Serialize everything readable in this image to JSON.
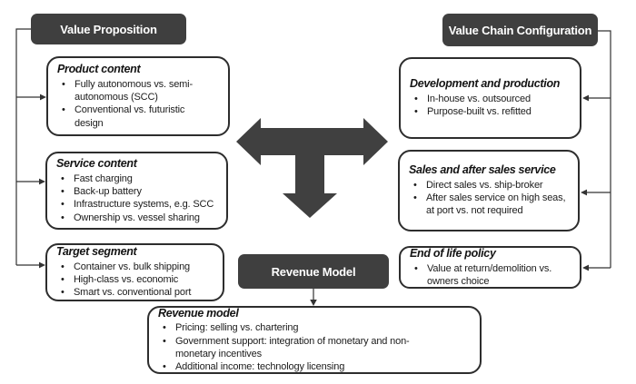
{
  "headers": {
    "value_proposition": {
      "label": "Value Proposition"
    },
    "value_chain": {
      "label": "Value Chain Configuration"
    },
    "revenue_model": {
      "label": "Revenue Model"
    }
  },
  "boxes": {
    "product_content": {
      "title": "Product content",
      "bullets": [
        "Fully autonomous vs. semi-\nautonomous (SCC)",
        "Conventional vs. futuristic\ndesign"
      ]
    },
    "service_content": {
      "title": "Service content",
      "bullets": [
        "Fast charging",
        "Back-up battery",
        "Infrastructure systems, e.g. SCC",
        "Ownership vs. vessel sharing"
      ]
    },
    "target_segment": {
      "title": "Target segment",
      "bullets": [
        "Container vs. bulk shipping",
        "High-class vs. economic",
        "Smart vs. conventional port"
      ]
    },
    "development_production": {
      "title": "Development and production",
      "bullets": [
        "In-house vs. outsourced",
        "Purpose-built vs. refitted"
      ]
    },
    "sales_after_sales": {
      "title": "Sales and after sales service",
      "bullets": [
        "Direct sales vs. ship-broker",
        "After sales service on high seas,\nat port vs. not required"
      ]
    },
    "end_of_life": {
      "title": "End of life policy",
      "bullets": [
        "Value at return/demolition vs.\nowners choice"
      ]
    },
    "revenue_model": {
      "title": "Revenue model",
      "bullets": [
        "Pricing: selling vs. chartering",
        "Government support: integration of monetary and non-\nmonetary incentives",
        "Additional income: technology licensing"
      ]
    }
  },
  "colors": {
    "header_bg": "#3f3f3f",
    "header_text": "#ffffff",
    "box_border": "#2d2d2d",
    "big_arrow": "#404040",
    "connector_line": "#333333",
    "background": "#ffffff"
  }
}
